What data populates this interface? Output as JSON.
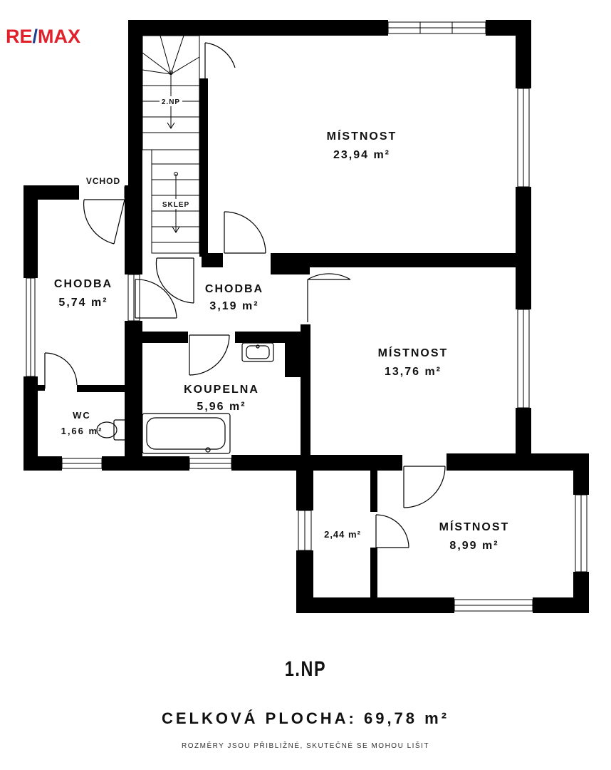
{
  "brand": {
    "logo_left": "RE",
    "logo_slash": "/",
    "logo_right": "MAX"
  },
  "floor_label": "1.NP",
  "total_area": "CELKOVÁ PLOCHA: 69,78 m²",
  "note": "ROZMĚRY JSOU PŘIBLIŽNÉ, SKUTEČNÉ SE MOHOU LIŠIT",
  "entrance_label": "VCHOD",
  "stairs": {
    "up_label": "2.NP",
    "down_label": "SKLEP"
  },
  "rooms": [
    {
      "id": "room-main",
      "name": "MÍSTNOST",
      "area": "23,94 m²"
    },
    {
      "id": "room-hall-left",
      "name": "CHODBA",
      "area": "5,74 m²"
    },
    {
      "id": "room-hall-center",
      "name": "CHODBA",
      "area": "3,19 m²"
    },
    {
      "id": "room-middle",
      "name": "MÍSTNOST",
      "area": "13,76 m²"
    },
    {
      "id": "room-bathroom",
      "name": "KOUPELNA",
      "area": "5,96 m²"
    },
    {
      "id": "room-wc",
      "name": "WC",
      "area": "1,66 m²"
    },
    {
      "id": "room-storage",
      "name": "",
      "area": "2,44 m²"
    },
    {
      "id": "room-small",
      "name": "MÍSTNOST",
      "area": "8,99 m²"
    }
  ]
}
